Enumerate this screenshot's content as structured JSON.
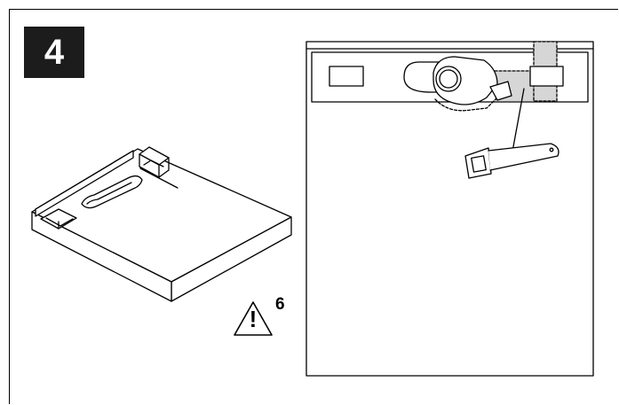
{
  "step": {
    "number": "4"
  },
  "warning": {
    "reference": "6",
    "symbol": "!",
    "icon": "warning-triangle-icon"
  },
  "illustrations": {
    "left": "dishwasher-base-isometric",
    "right": "dishwasher-top-view-with-tool"
  },
  "colors": {
    "line": "#000000",
    "badge": "#1c1c1c",
    "highlight": "#d6d6d6"
  }
}
